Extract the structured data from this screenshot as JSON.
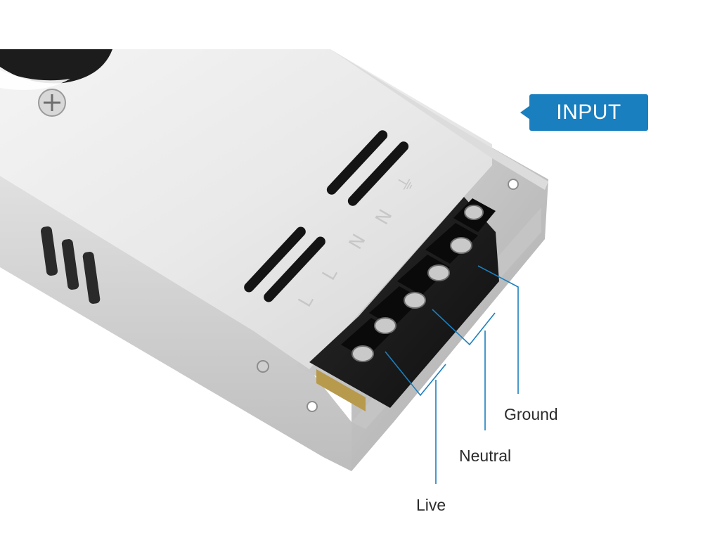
{
  "badge": {
    "text": "INPUT",
    "color": "#1a7fbf"
  },
  "terminals": {
    "ground": "Ground",
    "neutral": "Neutral",
    "live": "Live"
  },
  "case_markings": {
    "earth_symbol": "⏚",
    "n": "N",
    "l": "L"
  },
  "line_color": "#1a7fbf"
}
